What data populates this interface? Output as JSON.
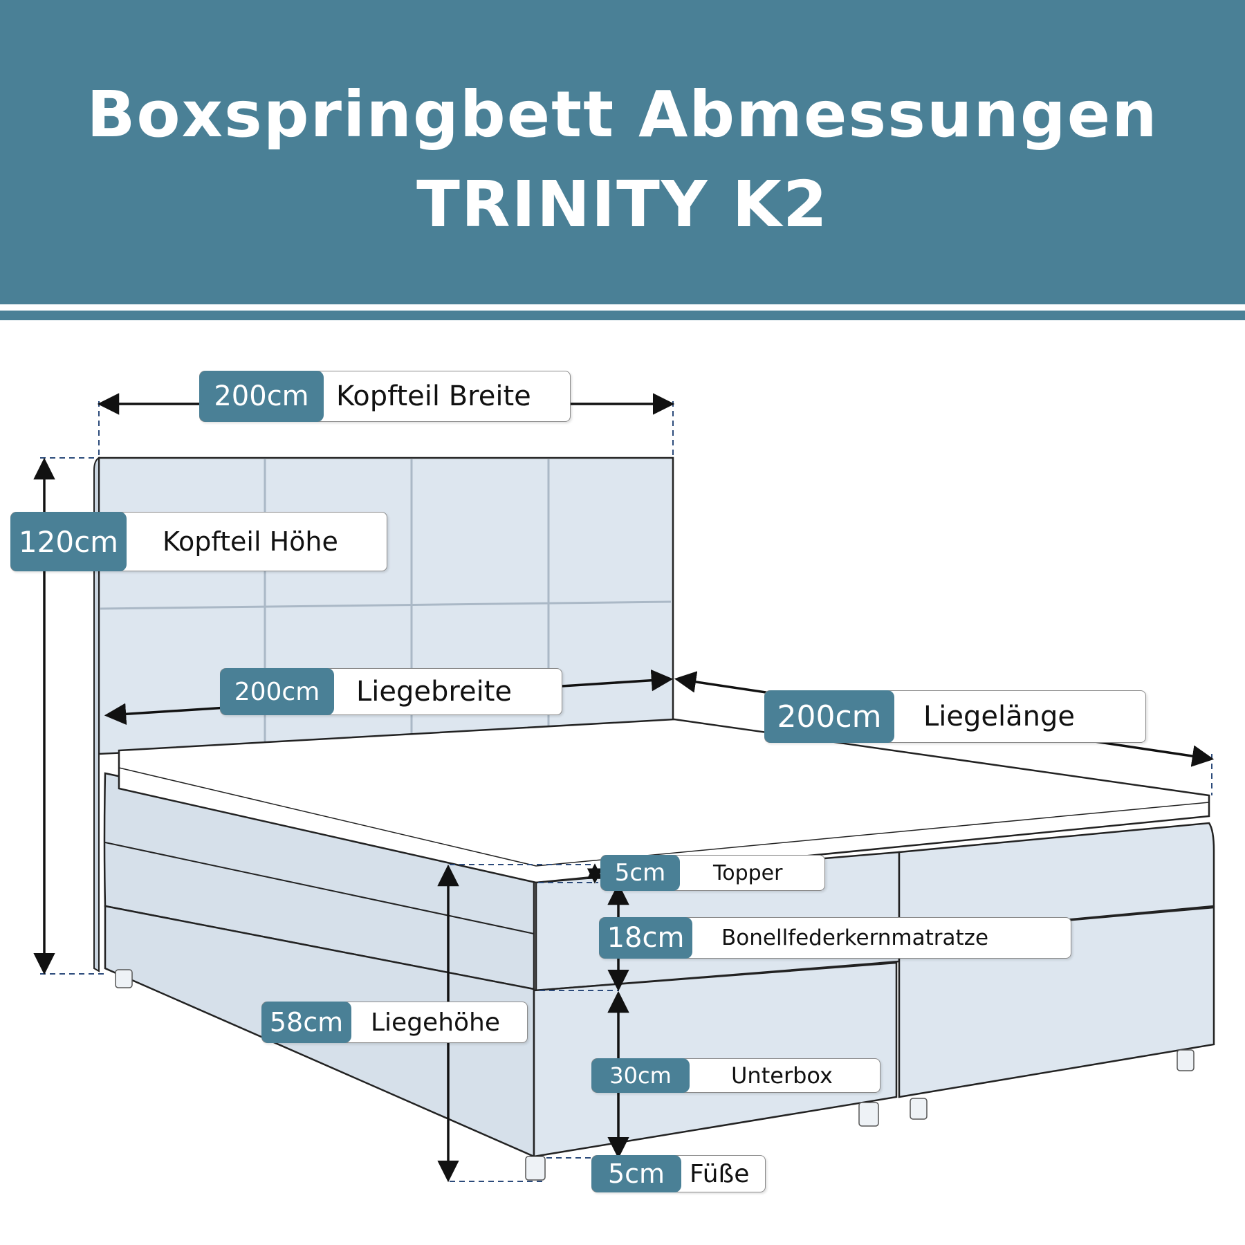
{
  "header": {
    "title_line1": "Boxspringbett Abmessungen",
    "title_line2": "TRINITY K2",
    "background_color": "#4a8096"
  },
  "dimensions": {
    "kopfteil_breite": {
      "value": "200cm",
      "label": "Kopfteil Breite"
    },
    "kopfteil_hoehe": {
      "value": "120cm",
      "label": "Kopfteil Höhe"
    },
    "liegebreite": {
      "value": "200cm",
      "label": "Liegebreite"
    },
    "liegelaenge": {
      "value": "200cm",
      "label": "Liegelänge"
    },
    "topper": {
      "value": "5cm",
      "label": "Topper"
    },
    "matratze": {
      "value": "18cm",
      "label": "Bonellfederkernmatratze"
    },
    "liegehoehe": {
      "value": "58cm",
      "label": "Liegehöhe"
    },
    "unterbox": {
      "value": "30cm",
      "label": "Unterbox"
    },
    "fuesse": {
      "value": "5cm",
      "label": "Füße"
    }
  },
  "colors": {
    "accent": "#4a8096",
    "bed_fill": "#dde6ef",
    "topper_fill": "#ffffff",
    "outline": "#222222"
  }
}
